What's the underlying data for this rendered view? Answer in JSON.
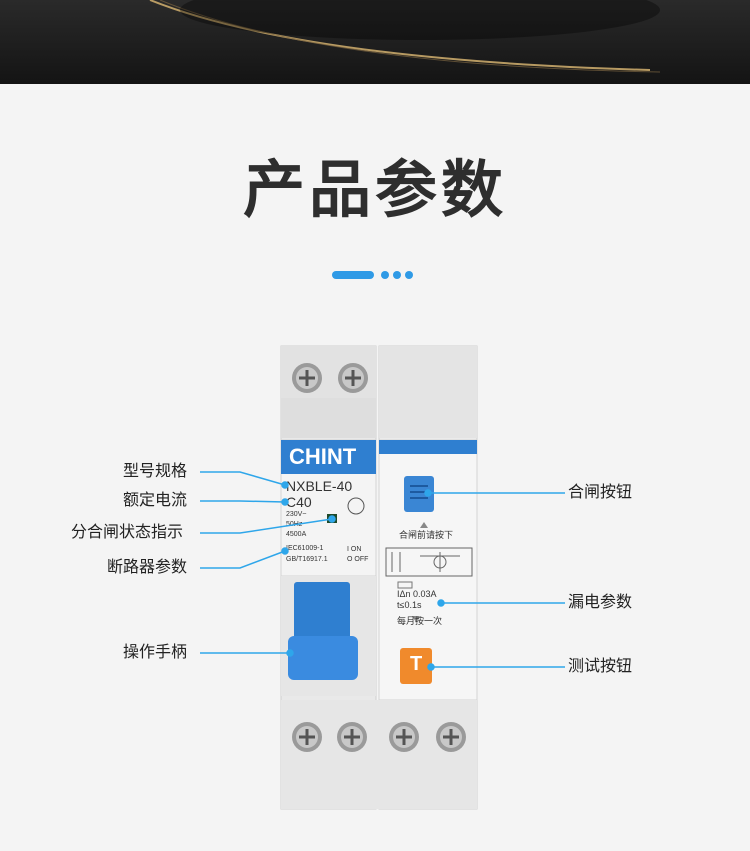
{
  "header": {
    "title": "产品参数"
  },
  "device": {
    "brand": "CHINT",
    "model": "NXBLE-40",
    "rating": "C40",
    "specs": [
      "230V~",
      "50Hz",
      "4500A"
    ],
    "standards": [
      "IEC61009-1",
      "GB/T16917.1"
    ],
    "on_label": "I ON",
    "off_label": "O OFF",
    "close_hint": "合闸前请按下",
    "leak_current": "IΔn 0.03A",
    "trip_time": "t≤0.1s",
    "test_hint": "每月按一次",
    "test_button_letter": "T",
    "colors": {
      "accent_blue": "#3a86d4",
      "test_orange": "#f08a2c",
      "line_blue": "#2ea6ea"
    }
  },
  "callouts": {
    "model_spec": "型号规格",
    "rated_current": "额定电流",
    "status_indicator": "分合闸状态指示",
    "breaker_params": "断路器参数",
    "handle": "操作手柄",
    "close_button": "合闸按钮",
    "leakage_params": "漏电参数",
    "test_button": "测试按钮"
  }
}
